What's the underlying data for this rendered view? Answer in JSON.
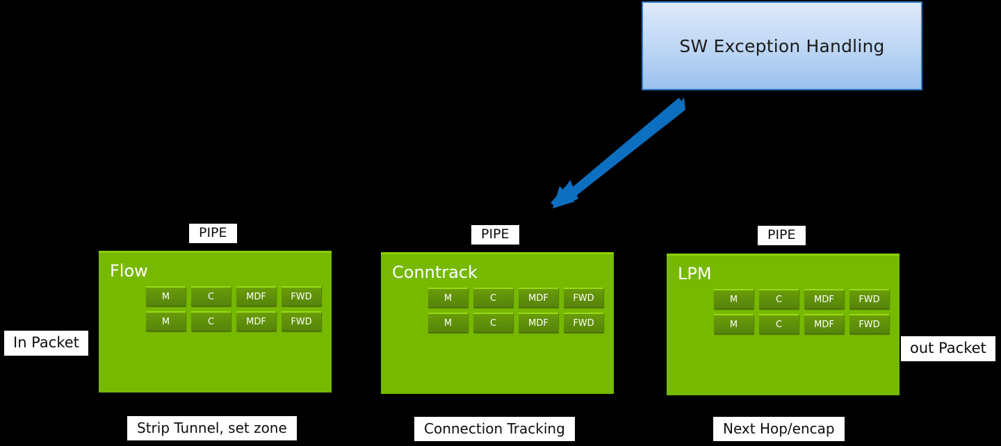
{
  "diagram": {
    "title_box": {
      "label": "SW Exception Handling",
      "border_color": "#2e79c7",
      "fill_top": "#dfeaf9",
      "fill_bottom": "#9cc1ee"
    },
    "arrow": {
      "name": "exception-arrow",
      "color": "#0d6fc0",
      "direction": "down-left"
    },
    "in_packet": {
      "label": "In Packet"
    },
    "out_packet": {
      "label": "out Packet"
    },
    "stages": [
      {
        "id": "flow",
        "pipe_label": "PIPE",
        "title": "Flow",
        "caption": "Strip Tunnel, set zone",
        "rows": [
          [
            "M",
            "C",
            "MDF",
            "FWD"
          ],
          [
            "M",
            "C",
            "MDF",
            "FWD"
          ]
        ]
      },
      {
        "id": "conntrack",
        "pipe_label": "PIPE",
        "title": "Conntrack",
        "caption": "Connection Tracking",
        "rows": [
          [
            "M",
            "C",
            "MDF",
            "FWD"
          ],
          [
            "M",
            "C",
            "MDF",
            "FWD"
          ]
        ]
      },
      {
        "id": "lpm",
        "pipe_label": "PIPE",
        "title": "LPM",
        "caption": "Next Hop/encap",
        "rows": [
          [
            "M",
            "C",
            "MDF",
            "FWD"
          ],
          [
            "M",
            "C",
            "MDF",
            "FWD"
          ]
        ]
      }
    ],
    "colors": {
      "background": "#000000",
      "green_fill": "#76b900",
      "green_top_edge": "#8ed001",
      "cell_fill": "#5f900a",
      "cell_top_edge": "#9ada18",
      "arrow_blue": "#0d6fc0",
      "tag_background": "#ffffff",
      "tag_text": "#0d0d0d"
    }
  }
}
